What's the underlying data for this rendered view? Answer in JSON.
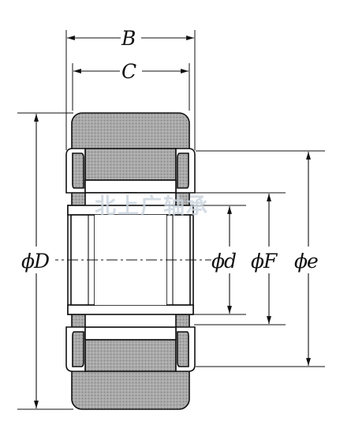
{
  "diagram": {
    "labels": {
      "B": "B",
      "C": "C",
      "phi": "ϕ",
      "D": "D",
      "d": "d",
      "F": "F",
      "e": "e"
    },
    "watermark": "北上广轴承",
    "colors": {
      "line": "#111111",
      "rubber": "#a9a9a9",
      "watermark": "#c9d3dd",
      "background": "#ffffff"
    }
  }
}
